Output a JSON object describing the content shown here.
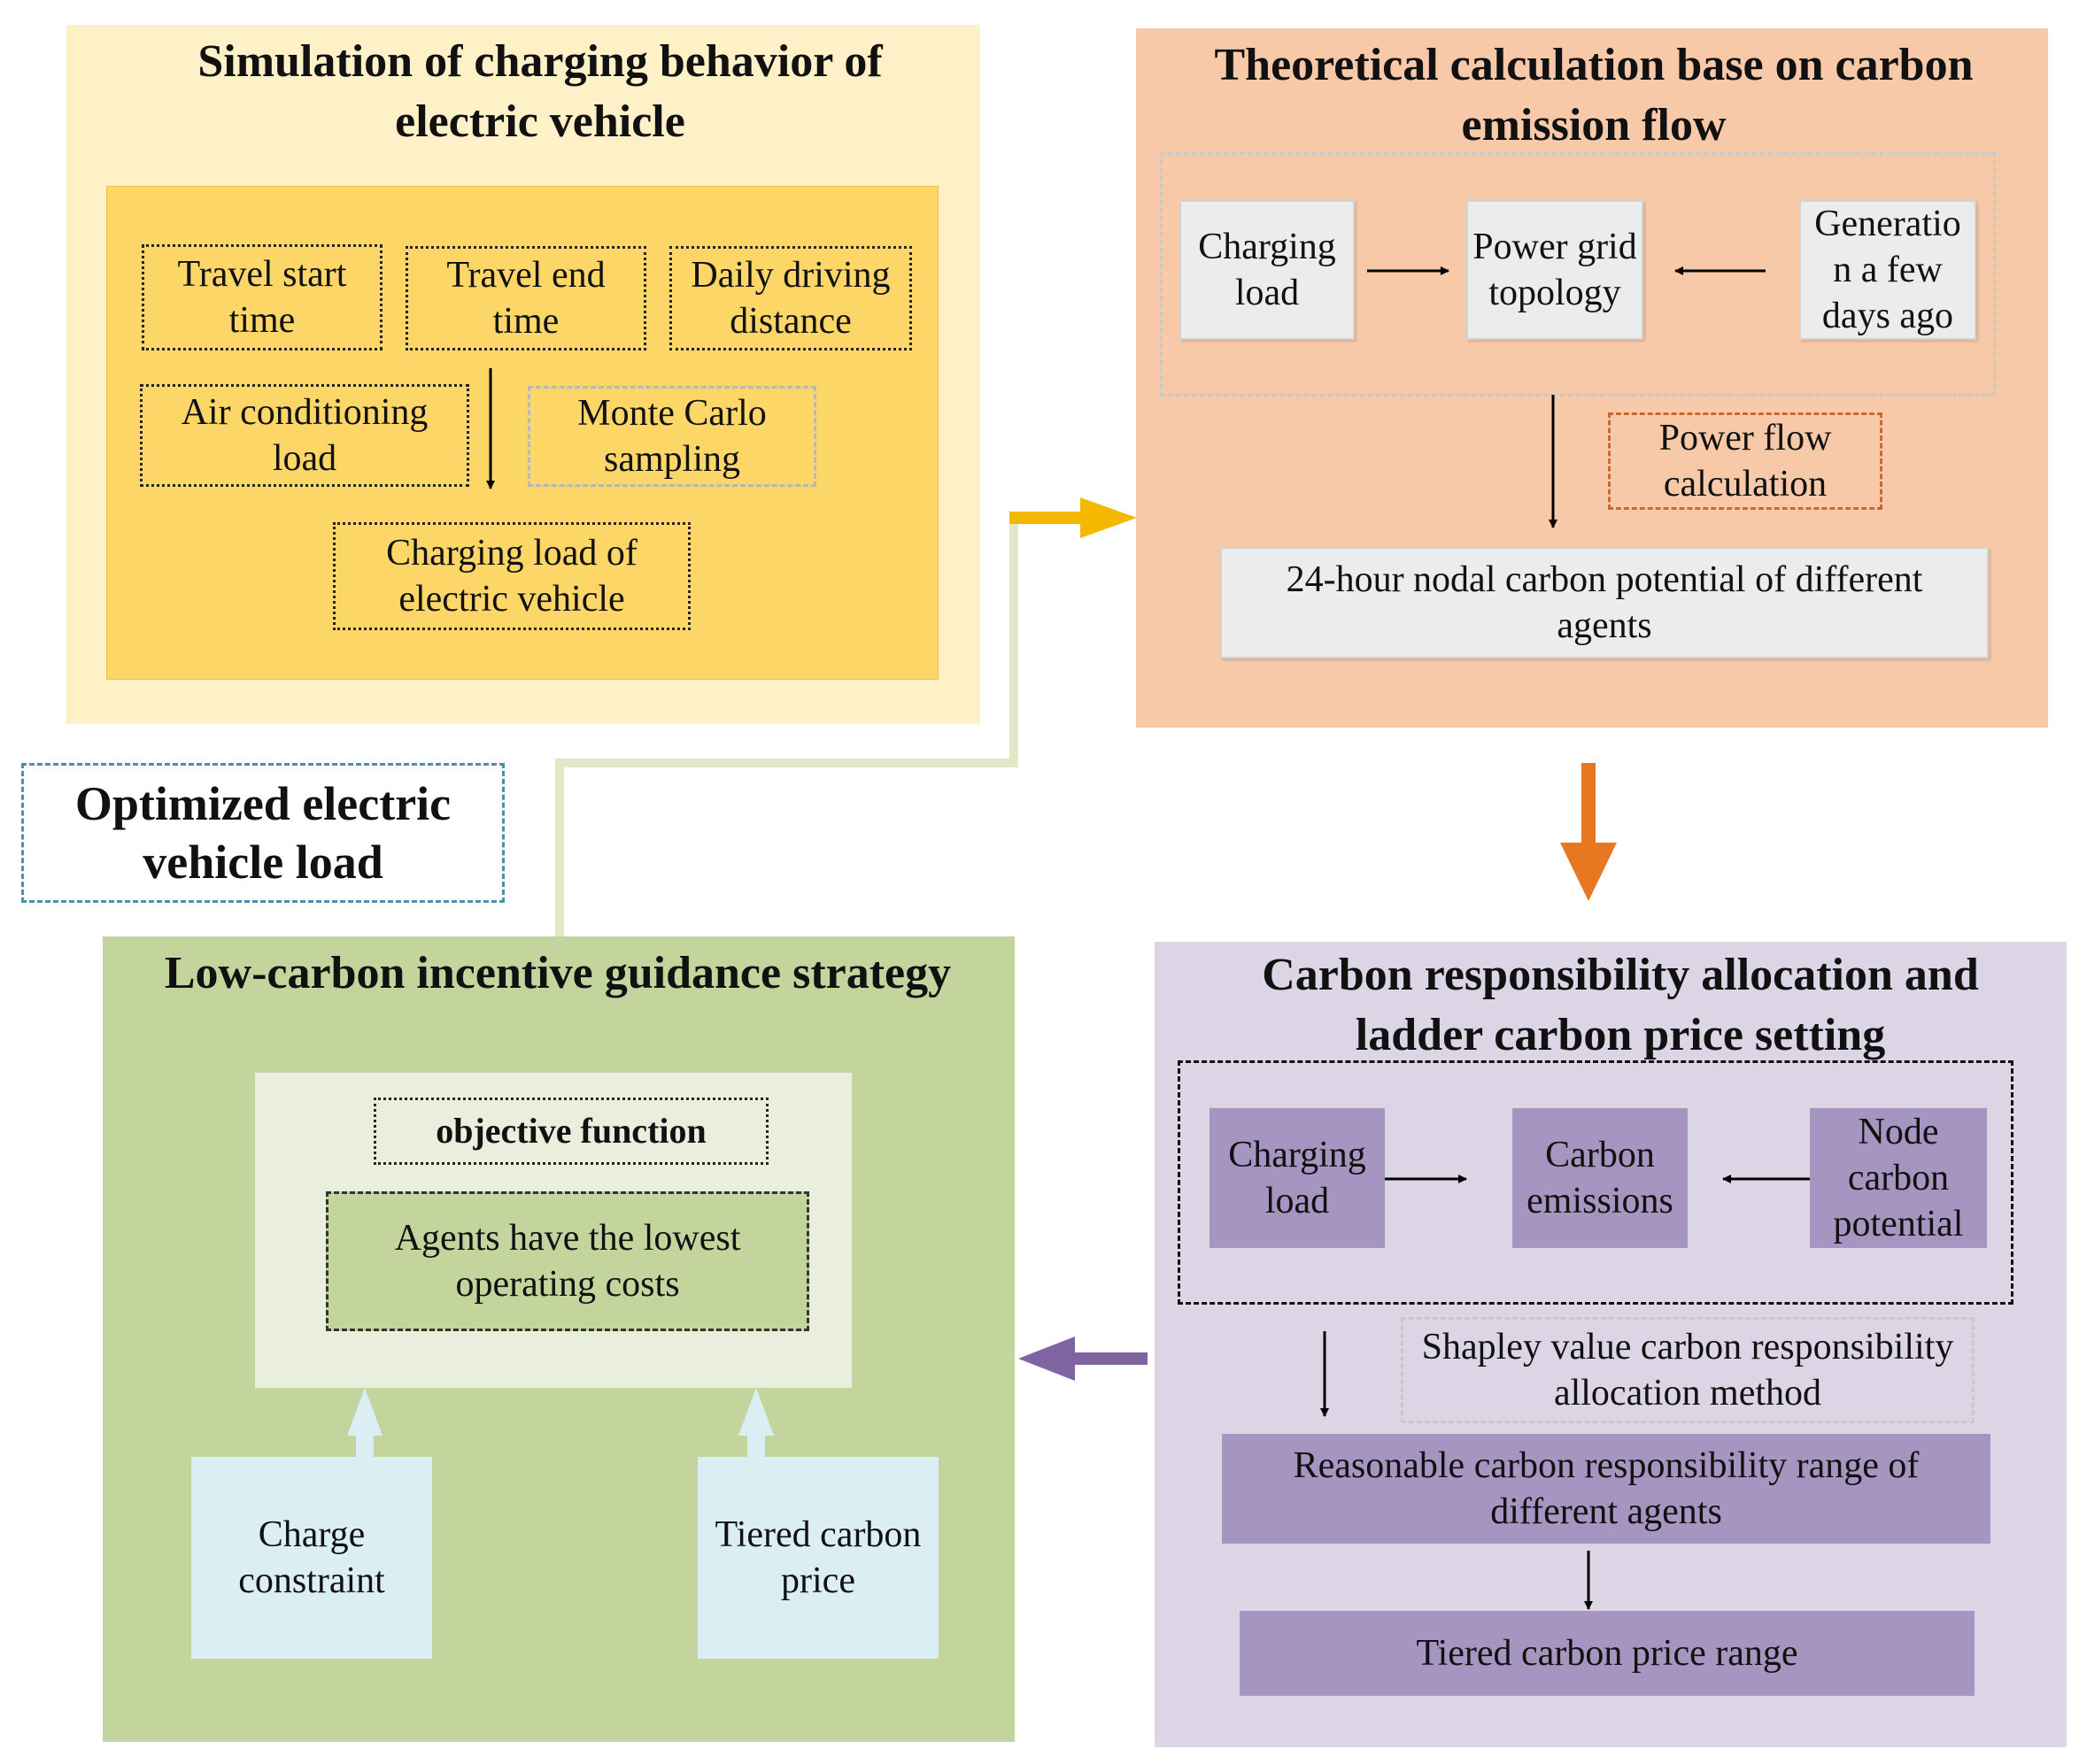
{
  "colors": {
    "yellow_panel": "#fef0c7",
    "yellow_inner": "#fdd668",
    "orange_panel": "#f8c9a8",
    "orange_arrow": "#e87722",
    "gold_arrow": "#f5b800",
    "green_panel": "#c3d59d",
    "green_inner": "#e9efdc",
    "purple_panel": "#dcd5e6",
    "purple_box": "#a795c1",
    "purple_arrow": "#8064a2",
    "light_blue": "#dbeef4",
    "gray_box": "#ececec",
    "teal_dashed": "#4a90a8"
  },
  "sim": {
    "title": "Simulation of charging behavior of electric vehicle",
    "travel_start": "Travel start time",
    "travel_end": "Travel end time",
    "daily_distance": "Daily driving distance",
    "air_conditioning": "Air conditioning load",
    "monte_carlo": "Monte Carlo sampling",
    "ev_load": "Charging load of electric vehicle"
  },
  "theory": {
    "title": "Theoretical calculation base on carbon emission flow",
    "charging_load": "Charging load",
    "power_grid": "Power grid topology",
    "generation": "Generatio n a few days ago",
    "power_flow": "Power flow calculation",
    "nodal": "24-hour nodal carbon potential of different agents"
  },
  "optimized": {
    "label": "Optimized electric vehicle load"
  },
  "lowcarbon": {
    "title": "Low-carbon incentive guidance strategy",
    "objective": "objective function",
    "agents": "Agents have the lowest operating costs",
    "charge_constraint": "Charge constraint",
    "tiered": "Tiered carbon price"
  },
  "carbon": {
    "title": "Carbon responsibility allocation and ladder carbon price setting",
    "charging_load": "Charging load",
    "emissions": "Carbon emissions",
    "node_potential": "Node carbon potential",
    "shapley": "Shapley value carbon responsibility allocation method",
    "reasonable": "Reasonable carbon responsibility range of different agents",
    "tiered_range": "Tiered carbon price range"
  }
}
